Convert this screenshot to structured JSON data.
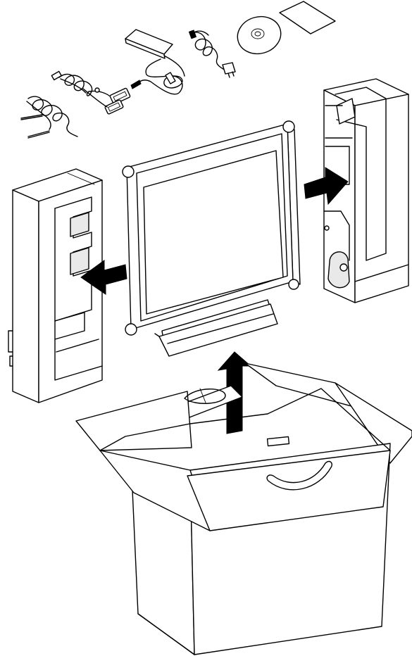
{
  "figure": {
    "items": [
      {
        "id": "manual-sheet",
        "icon": "document-icon"
      },
      {
        "id": "driver-cd",
        "icon": "disc-icon"
      },
      {
        "id": "power-adapter",
        "icon": "power-adapter-icon"
      },
      {
        "id": "power-cord",
        "icon": "power-cord-icon"
      },
      {
        "id": "vga-cable",
        "icon": "vga-cable-icon"
      },
      {
        "id": "audio-cable",
        "icon": "audio-cable-icon"
      },
      {
        "id": "lcd-monitor",
        "icon": "monitor-icon"
      },
      {
        "id": "left-foam-insert",
        "icon": "foam-insert-icon"
      },
      {
        "id": "right-foam-insert",
        "icon": "foam-insert-icon"
      },
      {
        "id": "shipping-box",
        "icon": "box-icon"
      }
    ],
    "arrows": [
      {
        "id": "arrow-left",
        "direction": "left"
      },
      {
        "id": "arrow-right",
        "direction": "right"
      },
      {
        "id": "arrow-up",
        "direction": "up"
      }
    ],
    "colors": {
      "line": "#000000",
      "fill": "#ffffff",
      "shade": "#e9e9e9"
    }
  }
}
